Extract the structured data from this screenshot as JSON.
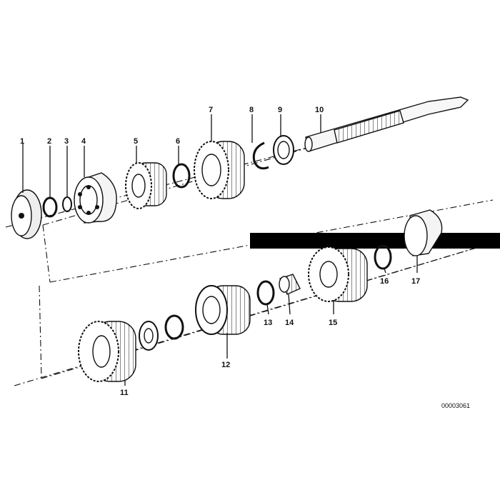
{
  "labels": {
    "p1": "1",
    "p2": "2",
    "p3": "3",
    "p4": "4",
    "p5": "5",
    "p6": "6",
    "p7": "7",
    "p8": "8",
    "p9": "9",
    "p10": "10",
    "p11": "11",
    "p12": "12",
    "p13": "13",
    "p14": "14",
    "p15": "15",
    "p16": "16",
    "p17": "17"
  },
  "reference_number": "00003061"
}
